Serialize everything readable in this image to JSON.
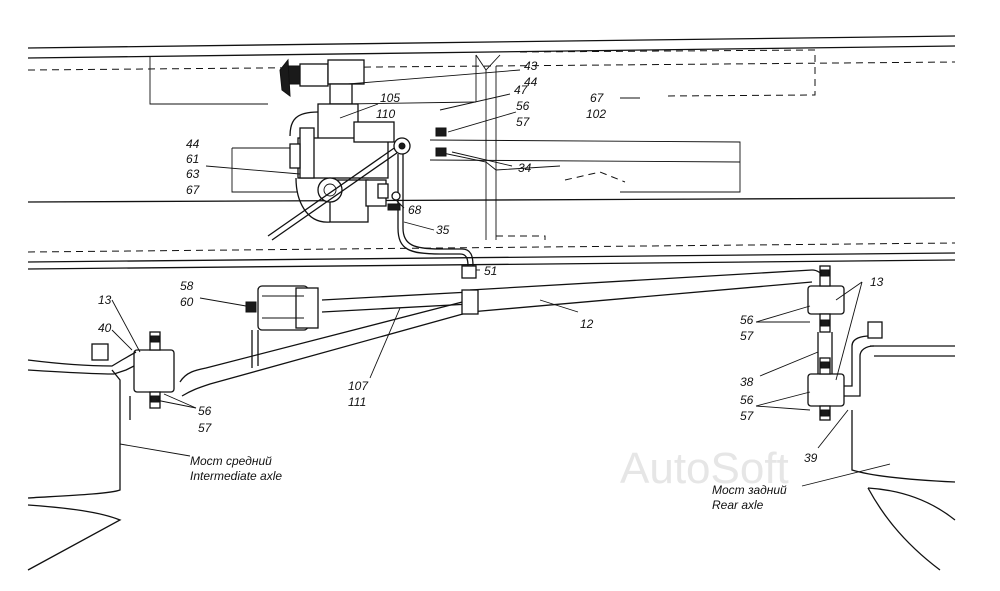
{
  "labels": {
    "l43": "43",
    "l44a": "44",
    "l47": "47",
    "l67a": "67",
    "l102": "102",
    "l105": "105",
    "l110": "110",
    "l56a": "56",
    "l57a": "57",
    "l34": "34",
    "l44b": "44",
    "l61": "61",
    "l63": "63",
    "l67b": "67",
    "l68": "68",
    "l35": "35",
    "l51": "51",
    "l58": "58",
    "l60": "60",
    "l13a": "13",
    "l40": "40",
    "l12": "12",
    "l107": "107",
    "l111": "111",
    "l56b": "56",
    "l57b": "57",
    "l13b": "13",
    "l56c": "56",
    "l57c": "57",
    "l38": "38",
    "l56d": "56",
    "l57d": "57",
    "l39": "39"
  },
  "captions": {
    "intermediate_ru": "Мост средний",
    "intermediate_en": "Intermediate axle",
    "rear_ru": "Мост задний",
    "rear_en": "Rear axle"
  },
  "watermark": "AutoSoft"
}
